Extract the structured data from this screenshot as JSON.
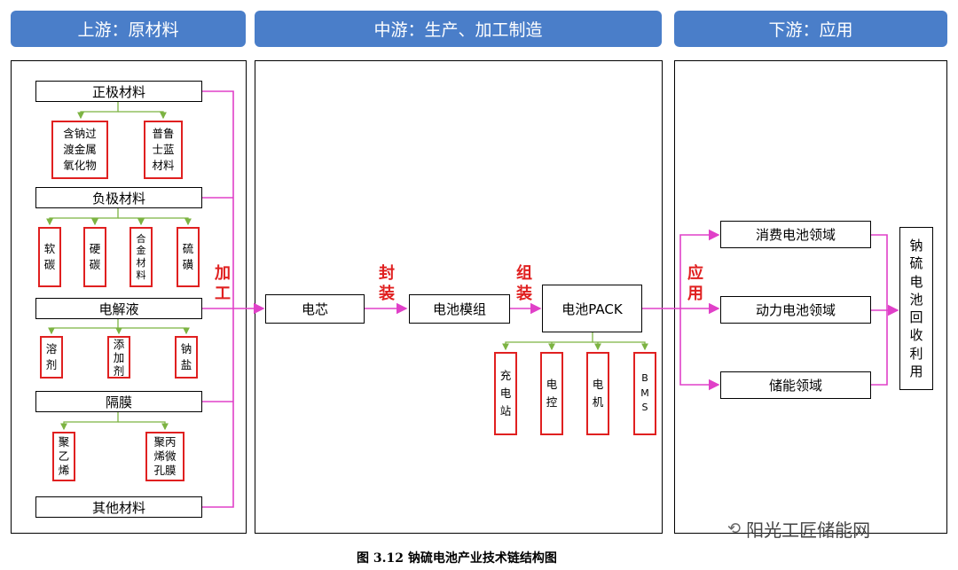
{
  "headers": {
    "upstream": "上游：原材料",
    "midstream": "中游：生产、加工制造",
    "downstream": "下游：应用"
  },
  "upstream": {
    "cathode": {
      "label": "正极材料",
      "children": [
        "含钠过\n渡金属\n氧化物",
        "普鲁\n士蓝\n材料"
      ]
    },
    "anode": {
      "label": "负极材料",
      "children": [
        "软\n碳",
        "硬\n碳",
        "合\n金\n材\n料",
        "硫\n磺"
      ]
    },
    "electrolyte": {
      "label": "电解液",
      "children": [
        "溶\n剂",
        "添\n加\n剂",
        "钠\n盐"
      ]
    },
    "separator": {
      "label": "隔膜",
      "children": [
        "聚\n乙\n烯",
        "聚丙\n烯微\n孔膜"
      ]
    },
    "other": {
      "label": "其他材料"
    }
  },
  "midstream": {
    "cell": "电芯",
    "module": "电池模组",
    "pack": "电池PACK",
    "pack_children": [
      "充\n电\n站",
      "电\n控",
      "电\n机",
      "B\nM\nS"
    ]
  },
  "downstream": {
    "consumer": "消费电池领域",
    "power": "动力电池领域",
    "storage": "储能领域",
    "recycle": "钠\n硫\n电\n池\n回\n收\n利\n用"
  },
  "process_labels": {
    "process": "加\n工",
    "package": "封\n装",
    "assemble": "组\n装",
    "apply": "应\n用"
  },
  "caption": "图 3.12 钠硫电池产业技术链结构图",
  "watermark": "阳光工匠储能网",
  "colors": {
    "header": "#4a7ec9",
    "red": "#e02020",
    "magenta": "#e040c8",
    "green": "#7cb342"
  }
}
